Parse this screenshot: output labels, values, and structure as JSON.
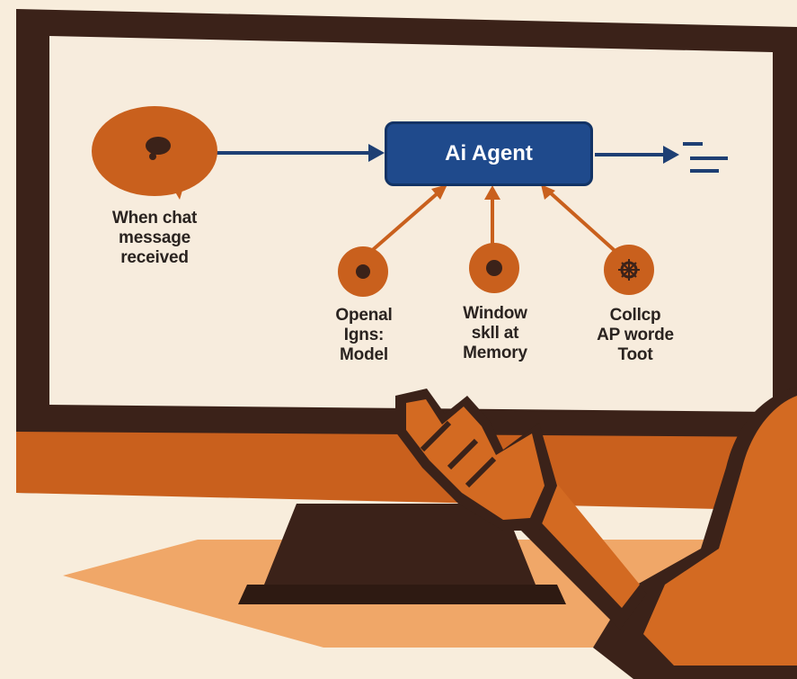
{
  "diagram": {
    "trigger_label": "When chat\nmessage\nreceived",
    "agent_label": "Ai Agent",
    "inputs": [
      {
        "label": "Openal\nIgns:\nModel",
        "icon": "dot-icon"
      },
      {
        "label": "Window\nskll at\nMemory",
        "icon": "dot-icon"
      },
      {
        "label": "Collcp\nAP worde\nToot",
        "icon": "gear-icon"
      }
    ]
  },
  "colors": {
    "background": "#f8eddc",
    "monitor_frame": "#3b2219",
    "screen": "#f7ecdd",
    "accent_orange": "#c9601d",
    "agent_blue": "#1f4a8c",
    "arrow_blue": "#1e3f73"
  }
}
